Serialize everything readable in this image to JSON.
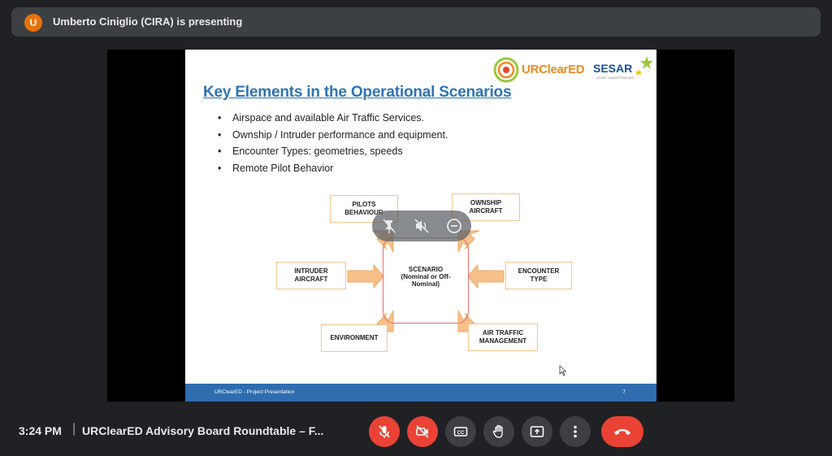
{
  "presenter_bar": {
    "avatar_initial": "U",
    "text": "Umberto Ciniglio (CIRA) is presenting"
  },
  "slide": {
    "logos": {
      "urclearead": "URClearED",
      "sesar": "SESAR",
      "sesar_sub": "JOINT UNDERTAKING"
    },
    "title": "Key Elements in the Operational Scenarios",
    "bullets": [
      "Airspace and available Air Traffic Services.",
      "Ownship / Intruder performance and equipment.",
      "Encounter Types: geometries, speeds",
      "Remote Pilot Behavior"
    ],
    "diagram": {
      "center": [
        "SCENARIO",
        "(Nominal or Off-",
        "Nominal)"
      ],
      "pilots": [
        "PILOTS",
        "BEHAVIOUR"
      ],
      "ownship": [
        "OWNSHIP",
        "AIRCRAFT"
      ],
      "intruder": [
        "INTRUDER",
        "AIRCRAFT"
      ],
      "encounter": [
        "ENCOUNTER",
        "TYPE"
      ],
      "environment": [
        "ENVIRONMENT"
      ],
      "atm": [
        "AIR TRAFFIC",
        "MANAGEMENT"
      ]
    },
    "footer_left": "URClearED - Project Presentation",
    "footer_right": "7"
  },
  "bottom_bar": {
    "time": "3:24 PM",
    "separator": "|",
    "meeting_title": "URClearED Advisory Board Roundtable – F..."
  },
  "colors": {
    "accent_red": "#ea4335",
    "slide_title": "#2e74b5",
    "footer": "#2f6db0"
  }
}
